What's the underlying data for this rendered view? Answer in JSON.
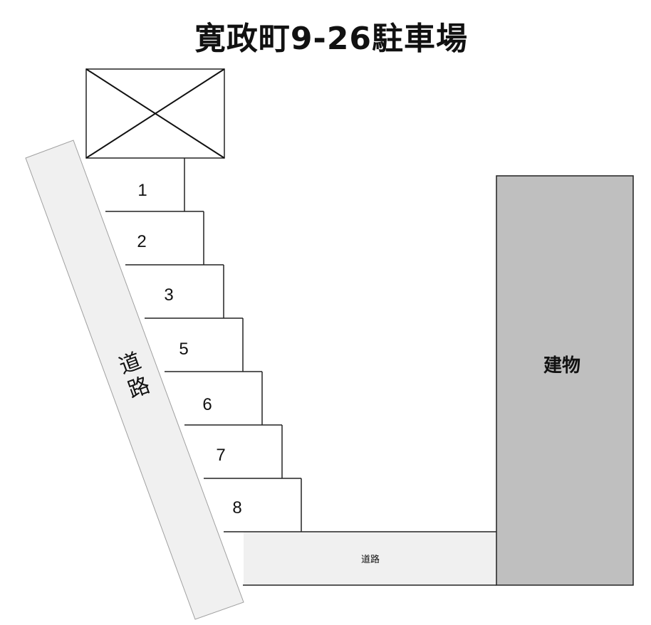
{
  "title": "寛政町9-26駐車場",
  "colors": {
    "road_fill": "#f0f0f0",
    "road_stroke": "#a0a0a0",
    "building_fill": "#bfbfbf",
    "line": "#222222"
  },
  "unavailable_box": {
    "label": "",
    "icon": "x-mark"
  },
  "stalls": [
    {
      "number": "1"
    },
    {
      "number": "2"
    },
    {
      "number": "3"
    },
    {
      "number": "5"
    },
    {
      "number": "6"
    },
    {
      "number": "7"
    },
    {
      "number": "8"
    }
  ],
  "roads": {
    "diagonal": {
      "label_line1": "道",
      "label_line2": "路"
    },
    "bottom": {
      "label": "道路"
    }
  },
  "building": {
    "label": "建物"
  }
}
